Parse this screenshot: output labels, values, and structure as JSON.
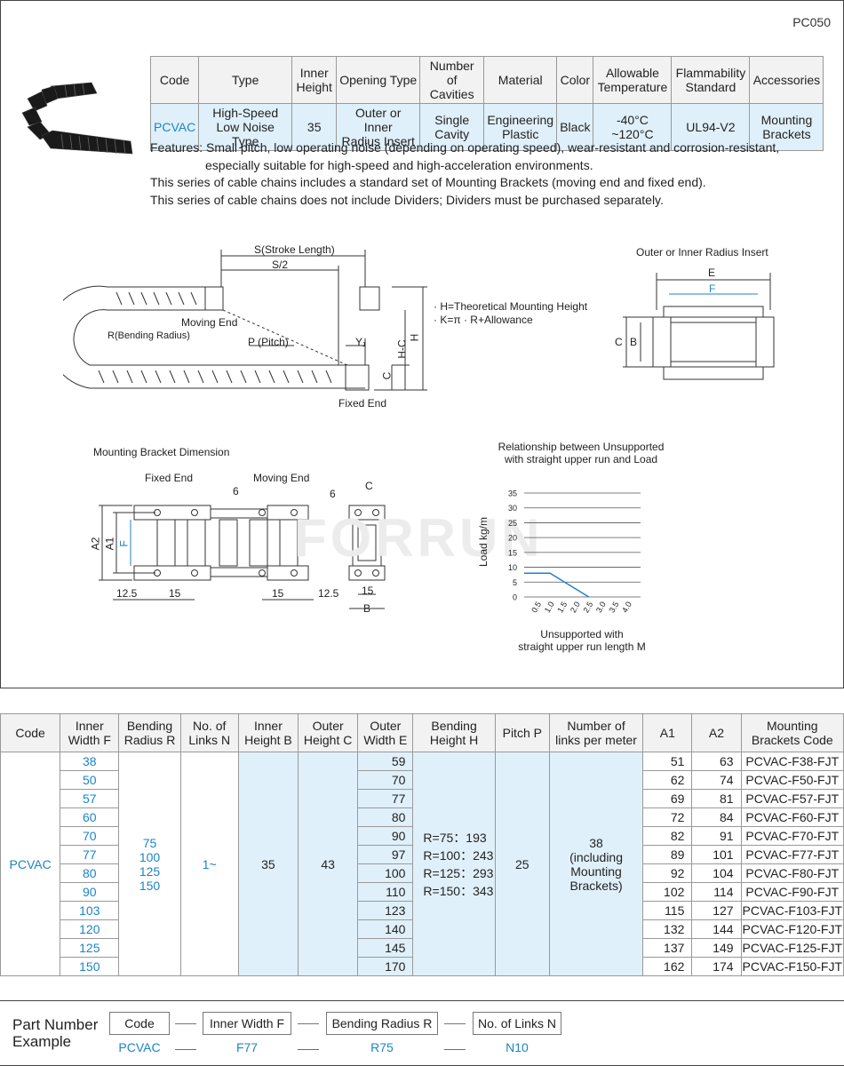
{
  "product_code_label": "PC050",
  "spec_table": {
    "headers": [
      "Code",
      "Type",
      "Inner\nHeight",
      "Opening Type",
      "Number\nof Cavities",
      "Material",
      "Color",
      "Allowable\nTemperature",
      "Flammability\nStandard",
      "Accessories"
    ],
    "row": [
      "PCVAC",
      "High-Speed\nLow Noise Type",
      "35",
      "Outer or Inner\nRadius Insert",
      "Single\nCavity",
      "Engineering\nPlastic",
      "Black",
      "-40°C ~120°C",
      "UL94-V2",
      "Mounting\nBrackets"
    ]
  },
  "features": {
    "line1": "Features: Small pitch, low operating noise (depending on operating speed), wear-resistant and corrosion-resistant,",
    "line2": "especially suitable for high-speed and high-acceleration environments.",
    "line3": "This series of cable chains includes a standard set of Mounting Brackets (moving end and fixed end).",
    "line4": "This series of cable chains does not include Dividers; Dividers must be purchased separately."
  },
  "chain_diagram": {
    "stroke_length": "S(Stroke Length)",
    "half_stroke": "S/2",
    "moving_end": "Moving End",
    "fixed_end": "Fixed End",
    "bending_radius": "R(Bending Radius)",
    "pitch": "P (Pitch)",
    "y1": "Y₁",
    "h": "H",
    "hc": "H-C",
    "c": "C",
    "note1": "· H=Theoretical Mounting Height",
    "note2": "· K=π · R+Allowance"
  },
  "insert_diagram": {
    "title": "Outer or Inner Radius Insert",
    "e": "E",
    "f": "F",
    "c": "C",
    "b": "B"
  },
  "bracket_diagram": {
    "title": "Mounting Bracket Dimension",
    "fixed_end": "Fixed End",
    "moving_end": "Moving End",
    "six_a": "6",
    "six_b": "6",
    "c": "C",
    "a2": "A2",
    "a1": "A1",
    "f": "F",
    "d125a": "12.5",
    "d15a": "15",
    "d15b": "15",
    "d125b": "12.5",
    "d15c": "15",
    "b": "B"
  },
  "watermark": "FORRUN",
  "chart_data": {
    "type": "line",
    "title": "Relationship between Unsupported\nwith straight upper run and Load",
    "xlabel": "Unsupported with\nstraight upper run length M",
    "ylabel": "Load kg/m",
    "x_ticks": [
      "0.5",
      "1.0",
      "1.5",
      "2.0",
      "2.5",
      "3.0",
      "3.5",
      "4.0"
    ],
    "y_ticks": [
      "0",
      "5",
      "10",
      "15",
      "20",
      "25",
      "30",
      "35"
    ],
    "ylim": [
      0,
      35
    ],
    "series": [
      {
        "x": [
          0,
          1.0,
          2.5
        ],
        "y": [
          8,
          8,
          0
        ]
      }
    ],
    "line_color": "#1c84c6",
    "grid": true
  },
  "main_table": {
    "headers": [
      "Code",
      "Inner\nWidth F",
      "Bending\nRadius R",
      "No. of\nLinks N",
      "Inner\nHeight B",
      "Outer\nHeight C",
      "Outer\nWidth E",
      "Bending\nHeight H",
      "Pitch P",
      "Number of\nlinks per meter",
      "A1",
      "A2",
      "Mounting\nBrackets Code"
    ],
    "code": "PCVAC",
    "bending_radius": "75\n100\n125\n150",
    "links": "1~",
    "inner_height": "35",
    "outer_height": "43",
    "bending_height": "R=75：193\nR=100：243\nR=125：293\nR=150：343",
    "pitch": "25",
    "links_per_meter": "38\n(including\nMounting\nBrackets)",
    "rows": [
      {
        "f": "38",
        "e": "59",
        "a1": "51",
        "a2": "63",
        "bracket": "PCVAC-F38-FJT"
      },
      {
        "f": "50",
        "e": "70",
        "a1": "62",
        "a2": "74",
        "bracket": "PCVAC-F50-FJT"
      },
      {
        "f": "57",
        "e": "77",
        "a1": "69",
        "a2": "81",
        "bracket": "PCVAC-F57-FJT"
      },
      {
        "f": "60",
        "e": "80",
        "a1": "72",
        "a2": "84",
        "bracket": "PCVAC-F60-FJT"
      },
      {
        "f": "70",
        "e": "90",
        "a1": "82",
        "a2": "91",
        "bracket": "PCVAC-F70-FJT"
      },
      {
        "f": "77",
        "e": "97",
        "a1": "89",
        "a2": "101",
        "bracket": "PCVAC-F77-FJT"
      },
      {
        "f": "80",
        "e": "100",
        "a1": "92",
        "a2": "104",
        "bracket": "PCVAC-F80-FJT"
      },
      {
        "f": "90",
        "e": "110",
        "a1": "102",
        "a2": "114",
        "bracket": "PCVAC-F90-FJT"
      },
      {
        "f": "103",
        "e": "123",
        "a1": "115",
        "a2": "127",
        "bracket": "PCVAC-F103-FJT"
      },
      {
        "f": "120",
        "e": "140",
        "a1": "132",
        "a2": "144",
        "bracket": "PCVAC-F120-FJT"
      },
      {
        "f": "125",
        "e": "145",
        "a1": "137",
        "a2": "149",
        "bracket": "PCVAC-F125-FJT"
      },
      {
        "f": "150",
        "e": "170",
        "a1": "162",
        "a2": "174",
        "bracket": "PCVAC-F150-FJT"
      }
    ]
  },
  "part_number": {
    "title": "Part Number\nExample",
    "fields": [
      {
        "label": "Code",
        "value": "PCVAC"
      },
      {
        "label": "Inner Width F",
        "value": "F77"
      },
      {
        "label": "Bending Radius R",
        "value": "R75"
      },
      {
        "label": "No. of Links N",
        "value": "N10"
      }
    ]
  }
}
